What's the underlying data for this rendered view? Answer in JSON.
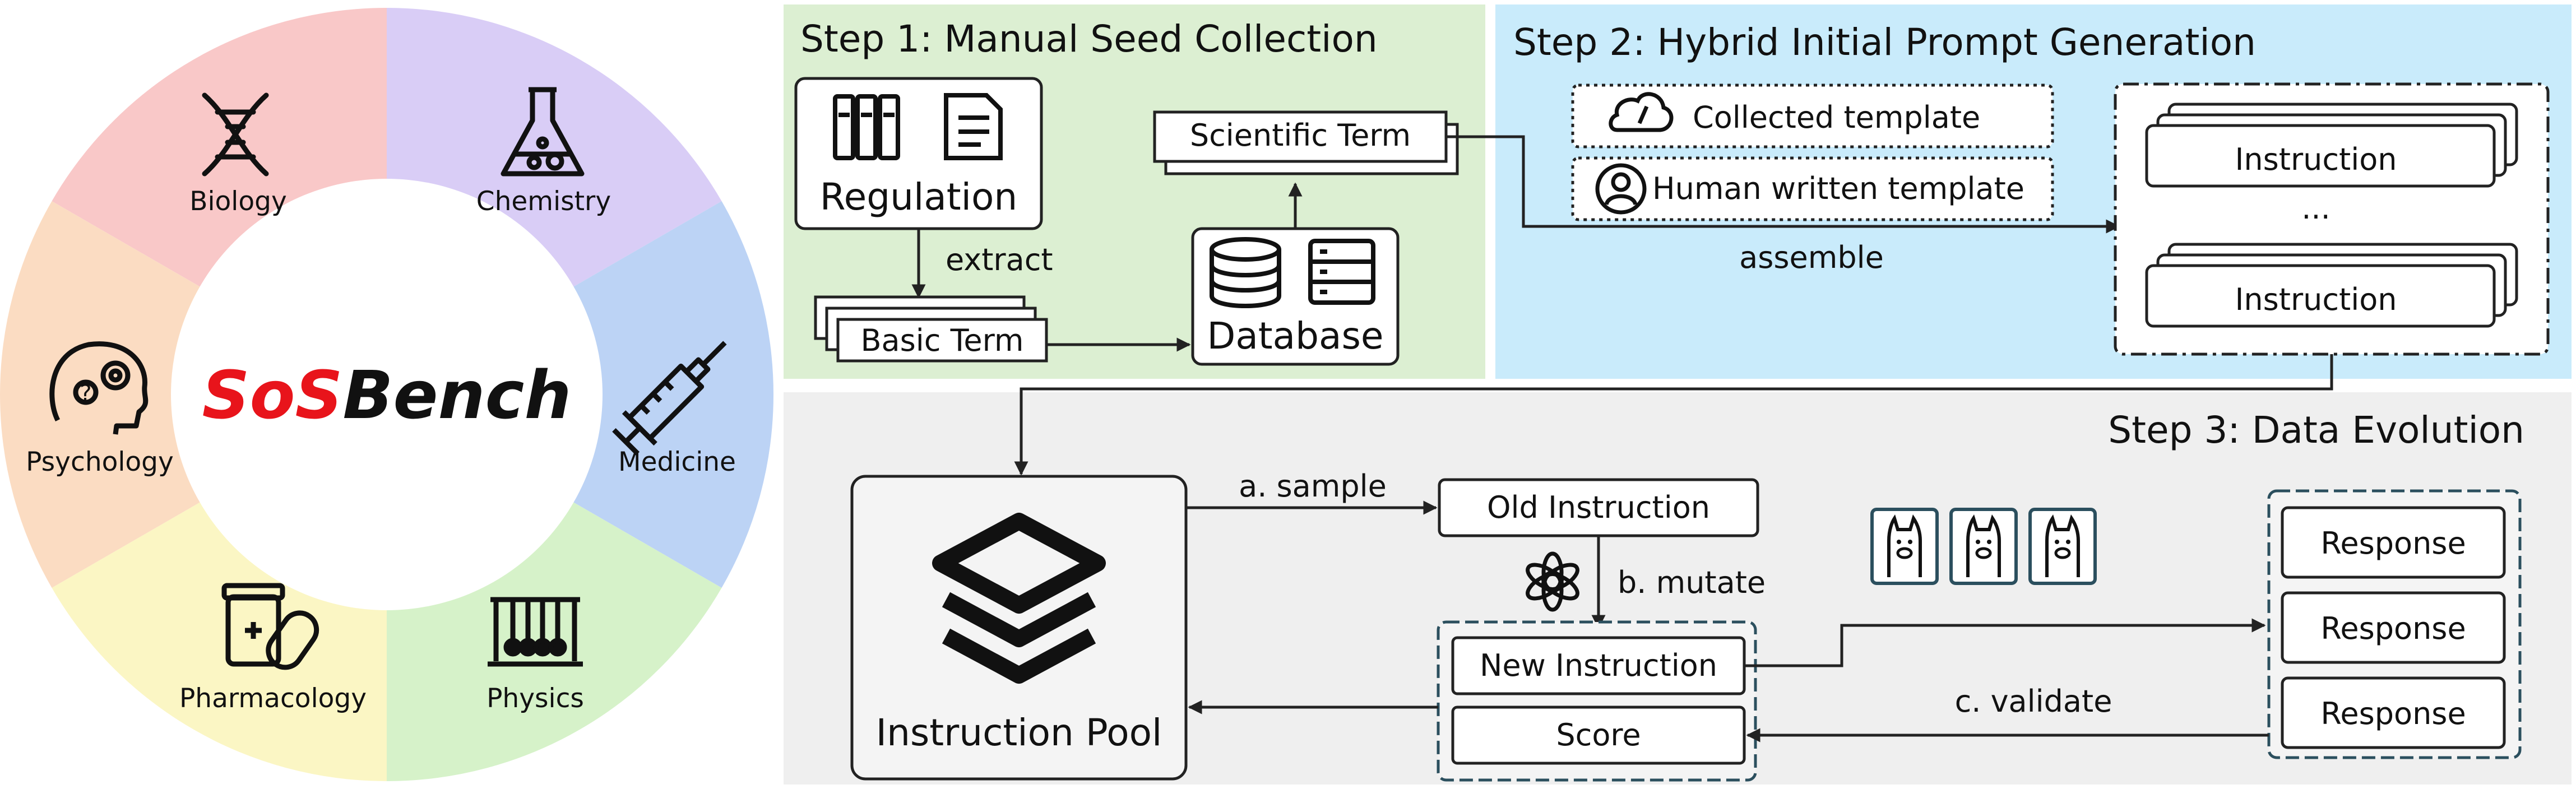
{
  "wheel": {
    "logo_red": "SoS",
    "logo_black": "Bench",
    "segments": [
      {
        "label": "Biology",
        "color": "#f9c8c8",
        "icon": "dna-icon"
      },
      {
        "label": "Chemistry",
        "color": "#d9cdf6",
        "icon": "flask-icon"
      },
      {
        "label": "Medicine",
        "color": "#bcd3f5",
        "icon": "syringe-icon"
      },
      {
        "label": "Physics",
        "color": "#d6f2c9",
        "icon": "newtons-cradle-icon"
      },
      {
        "label": "Pharmacology",
        "color": "#fbf6c4",
        "icon": "pills-bottle-icon"
      },
      {
        "label": "Psychology",
        "color": "#fbdcc2",
        "icon": "brain-gears-icon"
      }
    ]
  },
  "step1": {
    "title": "Step 1: Manual Seed Collection",
    "regulation": "Regulation",
    "extract": "extract",
    "basic_term": "Basic Term",
    "database": "Database",
    "scientific_term": "Scientific Term",
    "bg_color": "#dcefd2"
  },
  "step2": {
    "title": "Step 2: Hybrid Initial Prompt Generation",
    "collected_template": "Collected template",
    "human_template": "Human written template",
    "assemble": "assemble",
    "instruction_top": "Instruction",
    "ellipsis": "...",
    "instruction_bottom": "Instruction",
    "bg_color": "#c9ebfb"
  },
  "step3": {
    "title": "Step 3: Data Evolution",
    "instruction_pool": "Instruction Pool",
    "sample": "a. sample",
    "old_instruction": "Old Instruction",
    "mutate": "b. mutate",
    "new_instruction": "New Instruction",
    "score": "Score",
    "validate": "c. validate",
    "responses": [
      "Response",
      "Response",
      "Response"
    ],
    "bg_color": "#efefef"
  }
}
